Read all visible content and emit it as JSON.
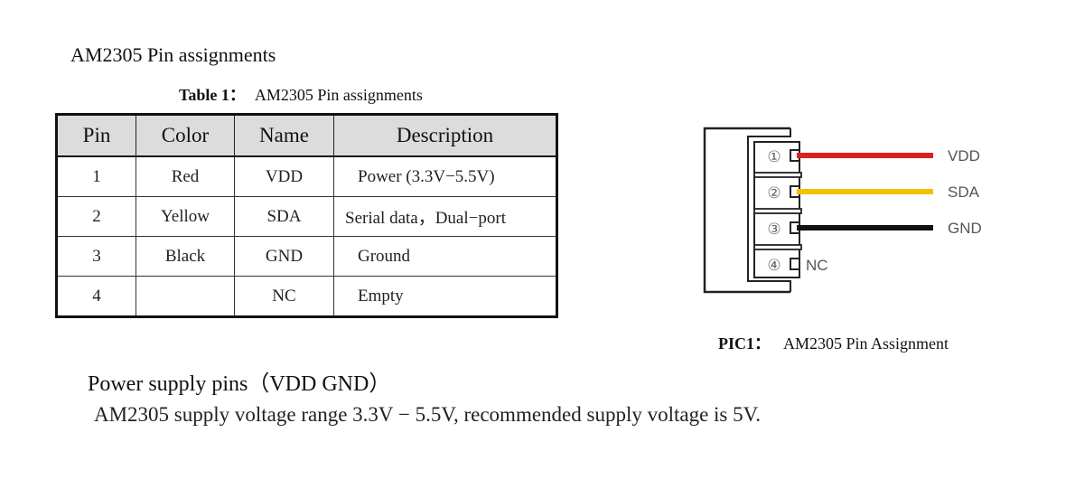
{
  "section_title": "AM2305 Pin assignments",
  "table_caption": {
    "label": "Table 1：",
    "text": "AM2305 Pin assignments"
  },
  "table": {
    "headers": [
      "Pin",
      "Color",
      "Name",
      "Description"
    ],
    "rows": [
      {
        "pin": "1",
        "color": "Red",
        "name": "VDD",
        "description": "Power (3.3V−5.5V)"
      },
      {
        "pin": "2",
        "color": "Yellow",
        "name": "SDA",
        "description": "Serial data，Dual−port"
      },
      {
        "pin": "3",
        "color": "Black",
        "name": "GND",
        "description": "Ground"
      },
      {
        "pin": "4",
        "color": "",
        "name": "NC",
        "description": "Empty"
      }
    ]
  },
  "diagram": {
    "pins": [
      {
        "number": "①",
        "label": "VDD",
        "wire_color": "#e02020"
      },
      {
        "number": "②",
        "label": "SDA",
        "wire_color": "#f5c000"
      },
      {
        "number": "③",
        "label": "GND",
        "wire_color": "#111111"
      },
      {
        "number": "④",
        "label": "NC",
        "wire_color": ""
      }
    ],
    "outline_color": "#222222"
  },
  "pic_caption": {
    "label": "PIC1：",
    "text": "AM2305 Pin Assignment"
  },
  "power": {
    "title": "Power supply pins（VDD GND）",
    "text": "AM2305 supply voltage range 3.3V − 5.5V, recommended supply voltage is 5V."
  }
}
